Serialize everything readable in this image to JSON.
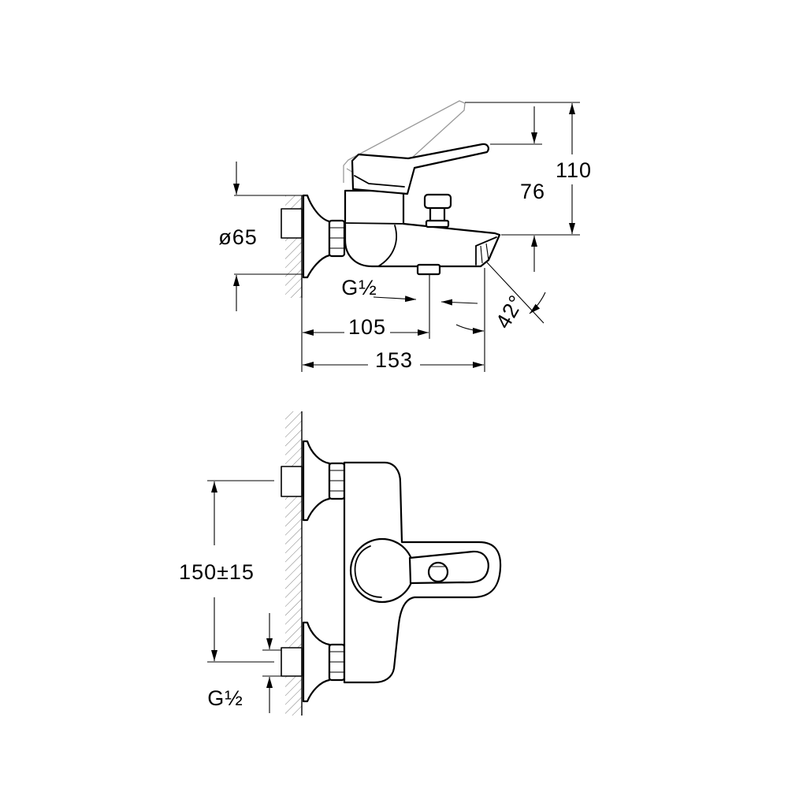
{
  "diagram": {
    "side_view": {
      "height_total": "110",
      "height_lever_above_spout": "76",
      "flange_diameter": "ø65",
      "outlet_thread": "G½",
      "outlet_offset": "105",
      "projection": "153",
      "spout_angle": "42°"
    },
    "top_view": {
      "inlet_spacing": "150±15",
      "inlet_thread": "G½"
    },
    "colors": {
      "line": "#000000",
      "hatch": "#808080",
      "ghost_lever": "#9a9a9a"
    }
  }
}
